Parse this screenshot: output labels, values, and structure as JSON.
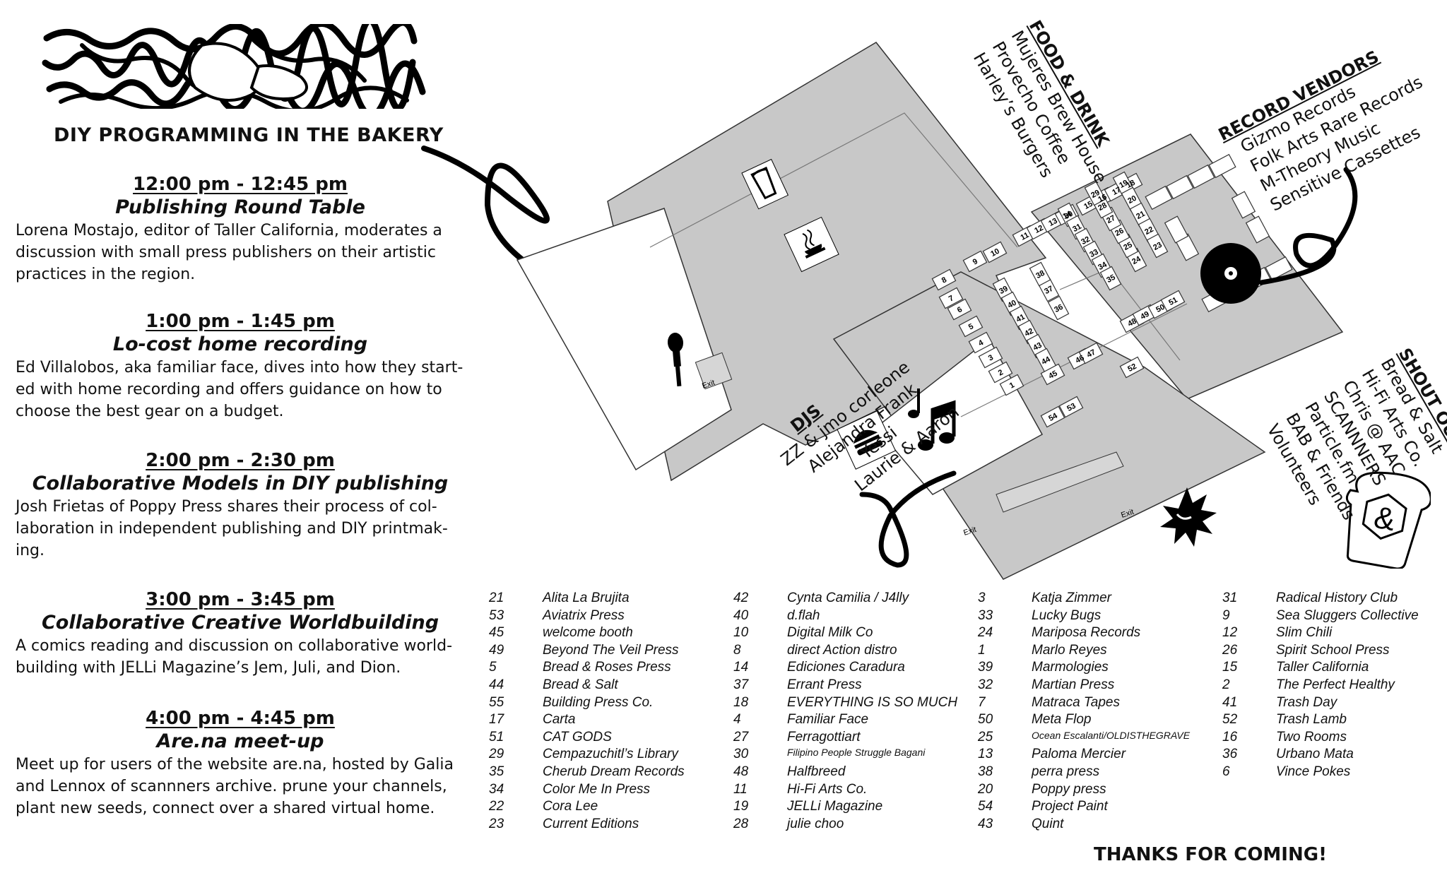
{
  "programming": {
    "heading": "DIY PROGRAMMING IN THE BAKERY",
    "sessions": [
      {
        "time": "12:00 pm - 12:45 pm",
        "title": "Publishing Round Table",
        "desc": [
          "Lorena Mostajo, editor of Taller California, moderates a",
          "discussion with small press publishers on their artistic",
          "practices in the region."
        ]
      },
      {
        "time": "1:00 pm - 1:45 pm",
        "title": "Lo-cost home recording",
        "desc": [
          "Ed Villalobos, aka familiar face, dives into how they start-",
          "ed with home recording and offers guidance on how to",
          "choose the best gear on a budget."
        ]
      },
      {
        "time": "2:00 pm - 2:30 pm",
        "title": "Collaborative Models in DIY publishing",
        "desc": [
          "Josh Frietas of Poppy Press shares their process of col-",
          "laboration in independent publishing and DIY printmak-",
          "ing."
        ]
      },
      {
        "time": "3:00 pm - 3:45 pm",
        "title": "Collaborative Creative Worldbuilding",
        "desc": [
          "A comics reading and discussion on collaborative world-",
          "building with JELLi Magazine’s Jem, Juli, and Dion."
        ]
      },
      {
        "time": "4:00 pm - 4:45 pm",
        "title": "Are.na meet-up",
        "desc": [
          "Meet up for users of the website are.na, hosted by Galia",
          "and Lennox of scannners archive. prune your channels,",
          "plant new seeds, connect over a shared virtual home."
        ]
      }
    ]
  },
  "food_drink": {
    "heading": "FOOD & DRINK",
    "items": [
      "Mujeres Brew House",
      "Provecho Coffee",
      "Harley’s Burgers"
    ]
  },
  "record_vendors": {
    "heading": "RECORD VENDORS",
    "items": [
      "Gizmo Records",
      "Folk Arts Rare Records",
      "M-Theory Music",
      "Sensitive Cassettes"
    ]
  },
  "djs": {
    "heading": "DJS",
    "items": [
      "ZZ & jmo corleone",
      "Alejandra Frank",
      "Yessi",
      "Laurie & Aaron"
    ]
  },
  "shout_out": {
    "heading": "SHOUT OUT",
    "items": [
      "Bread & Salt",
      "Hi-Fi Arts Co.",
      "Chris @ AAC",
      "SCANNNERS",
      "Particle.fm",
      "BAB & Friends",
      "Volunteers"
    ]
  },
  "map": {
    "exit_label": "Exit",
    "icons": [
      "microphone-icon",
      "music-notes-icon",
      "vinyl-record-icon",
      "beer-glass-icon",
      "coffee-icon",
      "burger-icon",
      "splat-icon",
      "bread-ampersand-icon"
    ],
    "booth_numbers": [
      "1",
      "2",
      "3",
      "4",
      "5",
      "6",
      "7",
      "8",
      "9",
      "10",
      "11",
      "12",
      "13",
      "14",
      "15",
      "16",
      "17",
      "18",
      "19",
      "20",
      "21",
      "22",
      "23",
      "24",
      "25",
      "26",
      "27",
      "28",
      "29",
      "30",
      "31",
      "32",
      "33",
      "34",
      "35",
      "36",
      "37",
      "38",
      "39",
      "40",
      "41",
      "42",
      "43",
      "44",
      "45",
      "46",
      "47",
      "48",
      "49",
      "50",
      "51",
      "52",
      "53",
      "54"
    ]
  },
  "vendors": [
    [
      [
        "21",
        "Alita La Brujita"
      ],
      [
        "53",
        "Aviatrix Press"
      ],
      [
        "45",
        "welcome booth"
      ],
      [
        "49",
        "Beyond The Veil Press"
      ],
      [
        "5",
        "Bread & Roses Press"
      ],
      [
        "44",
        "Bread & Salt"
      ],
      [
        "55",
        "Building Press Co."
      ],
      [
        "17",
        "Carta"
      ],
      [
        "51",
        "CAT GODS"
      ],
      [
        "29",
        "Cempazuchitl’s Library"
      ],
      [
        "35",
        "Cherub Dream Records"
      ],
      [
        "34",
        "Color Me In Press"
      ],
      [
        "22",
        "Cora Lee"
      ],
      [
        "23",
        "Current Editions"
      ]
    ],
    [
      [
        "42",
        "Cynta Camilia / J4lly"
      ],
      [
        "40",
        "d.flah"
      ],
      [
        "10",
        "Digital Milk Co"
      ],
      [
        "8",
        "direct Action distro"
      ],
      [
        "14",
        "Ediciones Caradura"
      ],
      [
        "37",
        "Errant Press"
      ],
      [
        "18",
        "EVERYTHING IS SO MUCH"
      ],
      [
        "4",
        "Familiar Face"
      ],
      [
        "27",
        "Ferragottiart"
      ],
      [
        "30",
        "Filipino People Struggle Bagani"
      ],
      [
        "48",
        "Halfbreed"
      ],
      [
        "11",
        "Hi-Fi Arts Co."
      ],
      [
        "19",
        "JELLi Magazine"
      ],
      [
        "28",
        "julie choo"
      ]
    ],
    [
      [
        "3",
        "Katja Zimmer"
      ],
      [
        "33",
        "Lucky Bugs"
      ],
      [
        "24",
        "Mariposa Records"
      ],
      [
        "1",
        "Marlo Reyes"
      ],
      [
        "39",
        "Marmologies"
      ],
      [
        "32",
        "Martian Press"
      ],
      [
        "7",
        "Matraca Tapes"
      ],
      [
        "50",
        "Meta Flop"
      ],
      [
        "25",
        "Ocean Escalanti/OLDISTHEGRAVE"
      ],
      [
        "13",
        "Paloma Mercier"
      ],
      [
        "38",
        "perra press"
      ],
      [
        "20",
        "Poppy press"
      ],
      [
        "54",
        "Project Paint"
      ],
      [
        "43",
        "Quint"
      ]
    ],
    [
      [
        "31",
        "Radical History Club"
      ],
      [
        "9",
        "Sea Sluggers Collective"
      ],
      [
        "12",
        "Slim Chili"
      ],
      [
        "26",
        "Spirit School Press"
      ],
      [
        "15",
        "Taller California"
      ],
      [
        "2",
        "The Perfect Healthy"
      ],
      [
        "41",
        "Trash Day"
      ],
      [
        "52",
        "Trash Lamb"
      ],
      [
        "16",
        "Two Rooms"
      ],
      [
        "36",
        "Urbano Mata"
      ],
      [
        "6",
        "Vince Pokes"
      ]
    ]
  ],
  "thanks": "THANKS FOR COMING!"
}
